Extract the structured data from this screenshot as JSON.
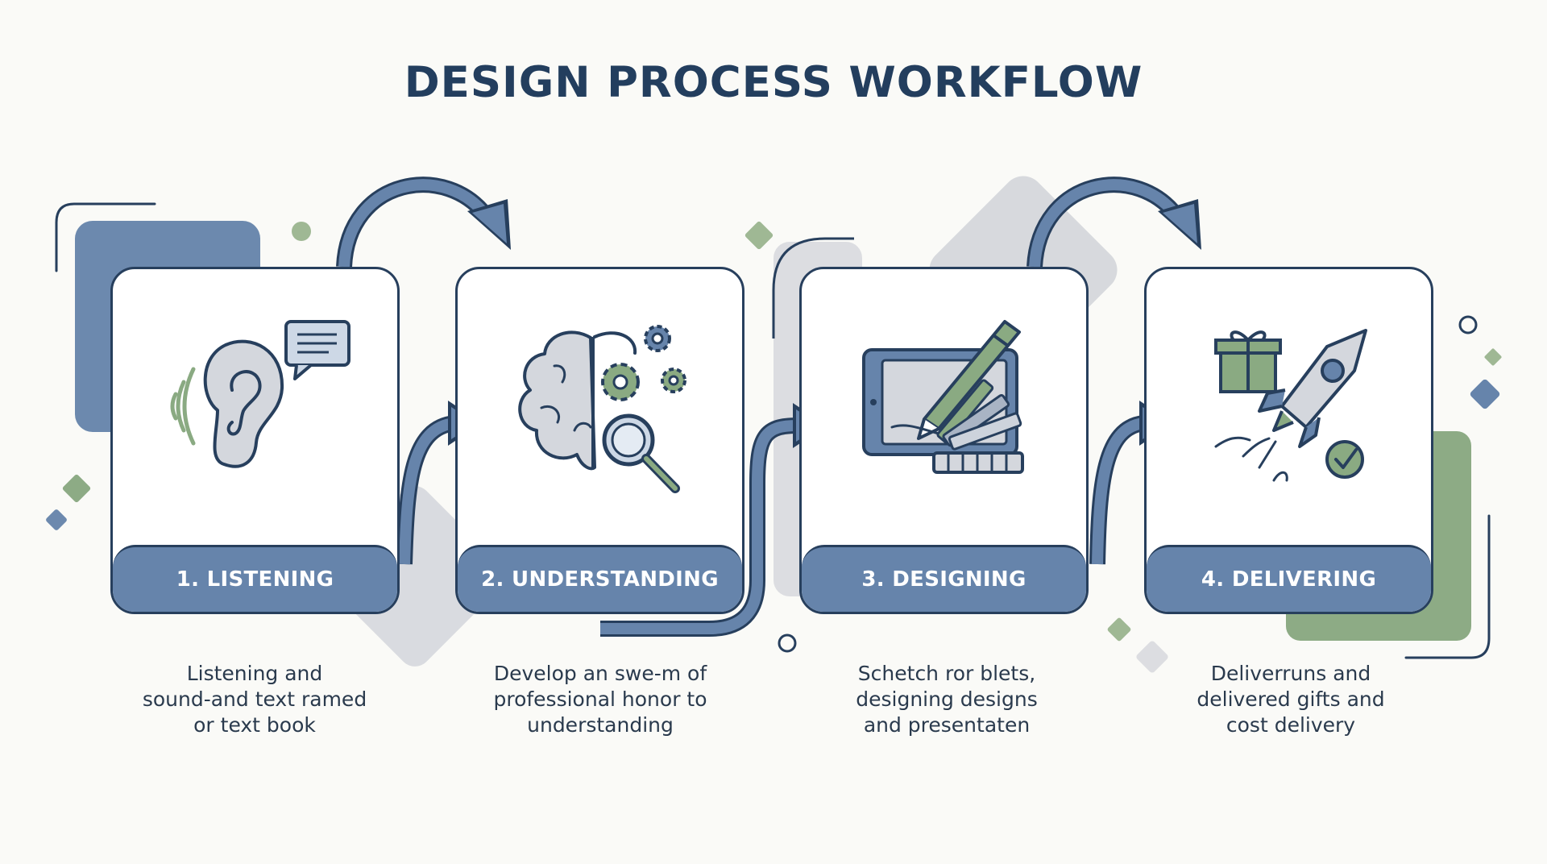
{
  "title": "DESIGN PROCESS WORKFLOW",
  "colors": {
    "navy": "#273f5d",
    "blue": "#6684ab",
    "green": "#8aaa82",
    "gray": "#cfd3da",
    "background": "#fafaf7"
  },
  "steps": [
    {
      "label": "1. LISTENING",
      "icon": "ear-sound-icon",
      "description": "Listening and\nsound-and text ramed\nor text book"
    },
    {
      "label": "2. UNDERSTANDING",
      "icon": "brain-gears-icon",
      "description": "Develop an swe-m of\nprofessional honor to\nunderstanding"
    },
    {
      "label": "3. DESIGNING",
      "icon": "tablet-pen-swatches-icon",
      "description": "Schetch ror blets,\ndesigning designs\nand presentaten"
    },
    {
      "label": "4. DELIVERING",
      "icon": "rocket-gift-icon",
      "description": "Deliverruns and\ndelivered gifts and\ncost delivery"
    }
  ]
}
